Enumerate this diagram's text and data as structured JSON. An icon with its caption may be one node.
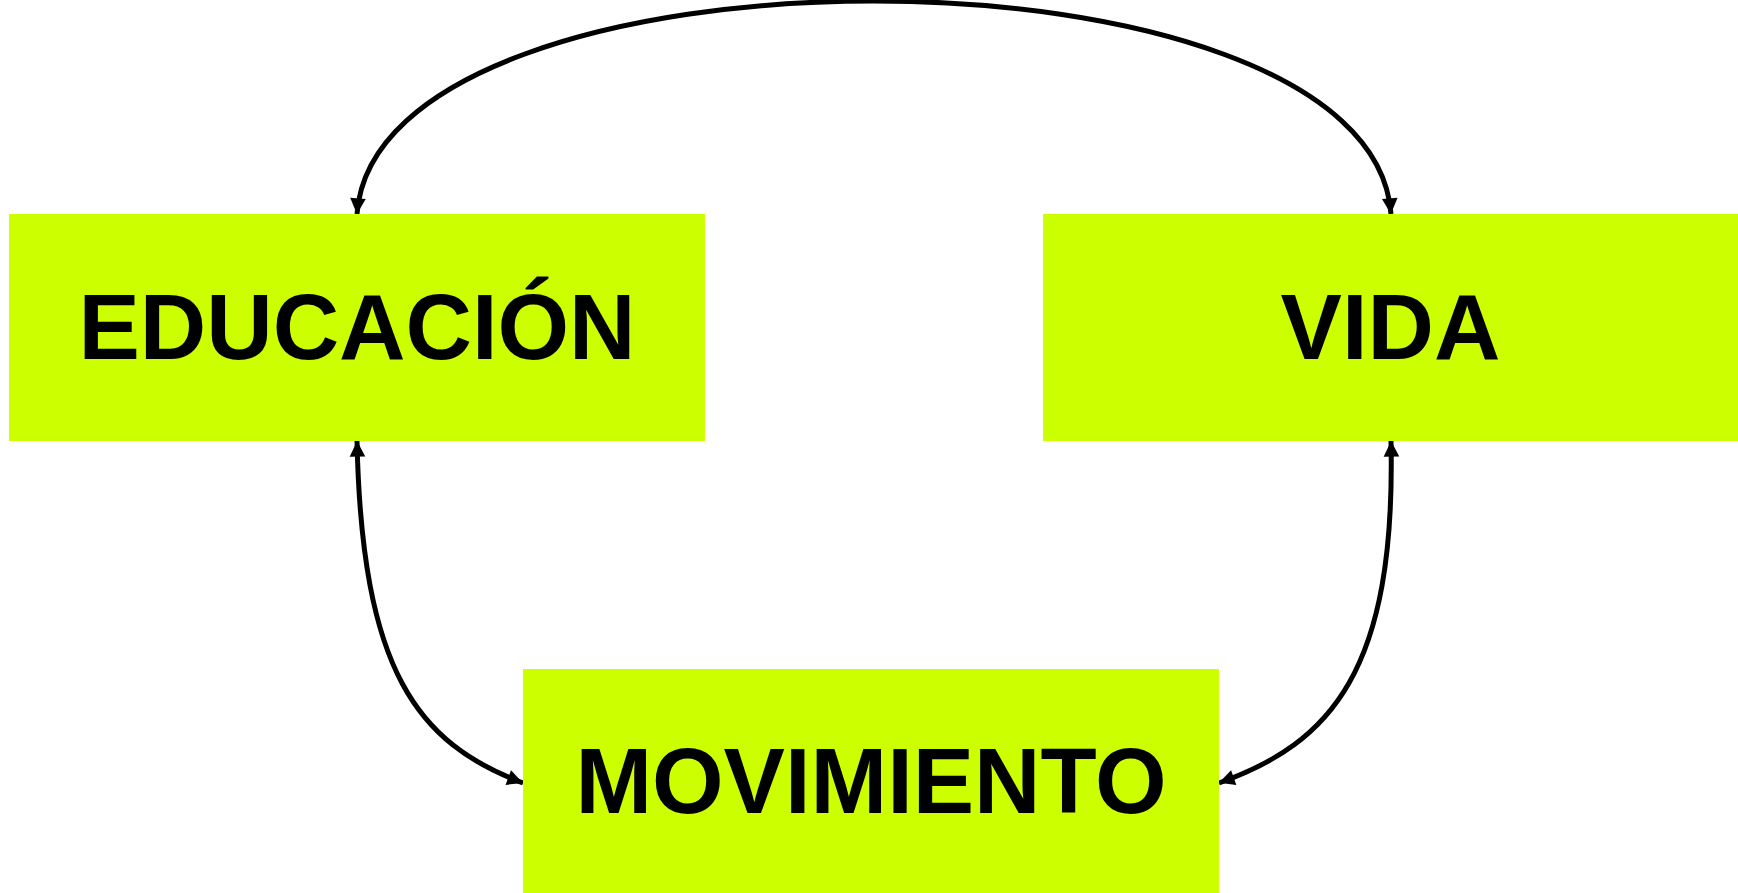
{
  "diagram": {
    "nodes": [
      {
        "text": [
          "EDUCACIÓN"
        ]
      },
      {
        "text": [
          "VIDA"
        ]
      },
      {
        "text": [
          "MOVIMIENTO"
        ]
      }
    ],
    "edges": [
      {
        "from": 0,
        "to": 1,
        "arrow": "both"
      },
      {
        "from": 0,
        "to": 2,
        "arrow": "both"
      },
      {
        "from": 1,
        "to": 2,
        "arrow": "both"
      }
    ]
  }
}
